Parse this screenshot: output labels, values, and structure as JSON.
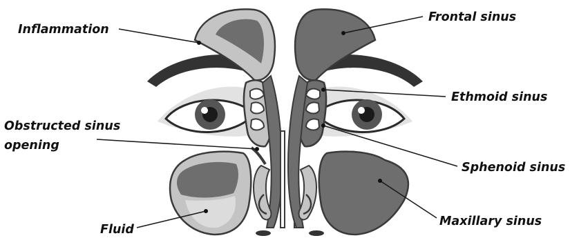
{
  "labels": {
    "inflammation": "Inflammation",
    "frontal_sinus": "Frontal sinus",
    "ethmoid_sinus": "Ethmoid sinus",
    "obstructed_line1": "Obstructed sinus",
    "obstructed_line2": "opening",
    "sphenoid_sinus": "Sphenoid sinus",
    "fluid": "Fluid",
    "maxillary_sinus": "Maxillary sinus"
  },
  "colors": {
    "outline": "#3a3a3a",
    "dark_fill": "#6e6e6e",
    "light_fill": "#c4c4c4",
    "skin_shadow": "#e2e2e2",
    "eye_white": "#ffffff",
    "brow": "#333333"
  }
}
